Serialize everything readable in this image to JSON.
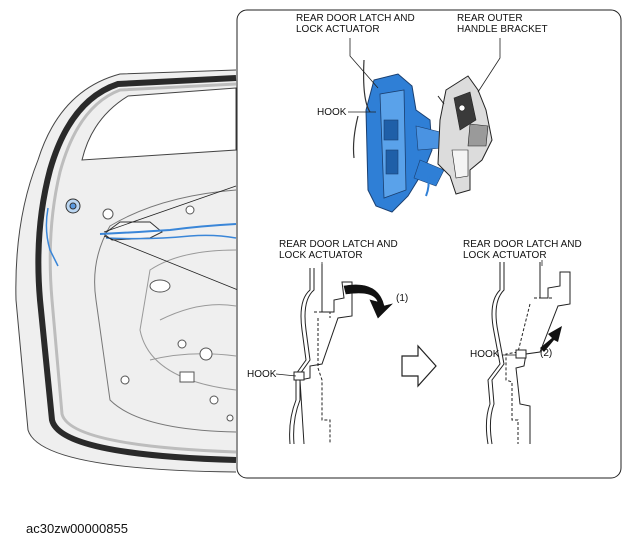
{
  "callouts": {
    "top_actuator_line1": "REAR DOOR LATCH AND",
    "top_actuator_line2": "LOCK ACTUATOR",
    "top_bracket_line1": "REAR OUTER",
    "top_bracket_line2": "HANDLE BRACKET",
    "top_hook": "HOOK",
    "left_actuator_line1": "REAR DOOR LATCH AND",
    "left_actuator_line2": "LOCK ACTUATOR",
    "left_hook": "HOOK",
    "left_step": "(1)",
    "right_actuator_line1": "REAR DOOR LATCH AND",
    "right_actuator_line2": "LOCK ACTUATOR",
    "right_hook": "HOOK",
    "right_step": "(2)"
  },
  "figure_id": "ac30zw00000855",
  "colors": {
    "actuator_blue": "#2f7fd6",
    "actuator_dark": "#1f5fa8",
    "cable_blue": "#3a86d8",
    "frame_gray": "#d9d9d9",
    "outline": "#222222"
  }
}
